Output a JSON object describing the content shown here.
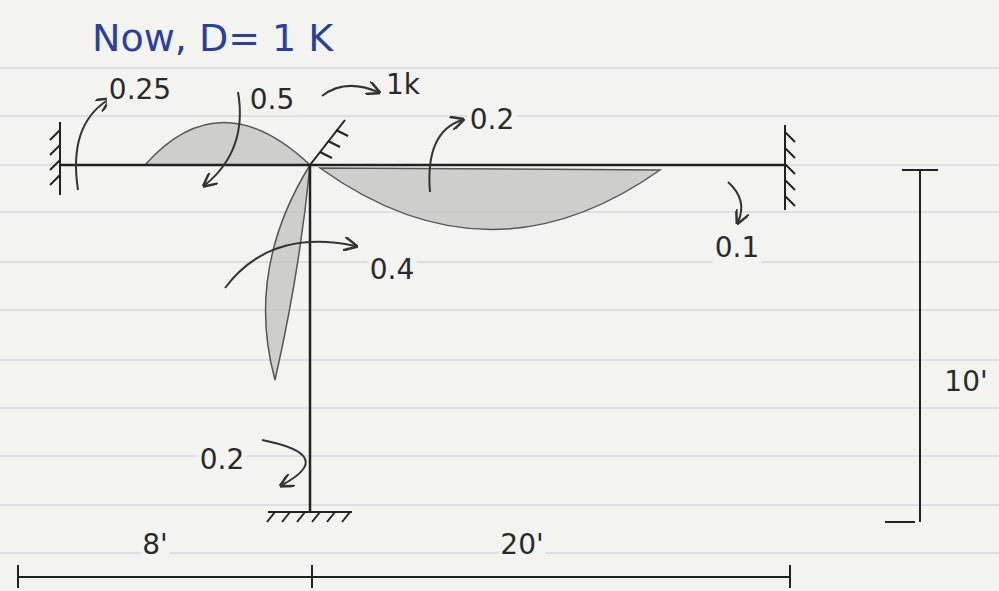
{
  "diagram": {
    "title": "Now, D= 1 K",
    "labels": [
      "0.25",
      "0.5",
      "1k",
      "0.2",
      "0.1",
      "0.4",
      "0.2",
      "8'",
      "20'",
      "10'"
    ]
  }
}
